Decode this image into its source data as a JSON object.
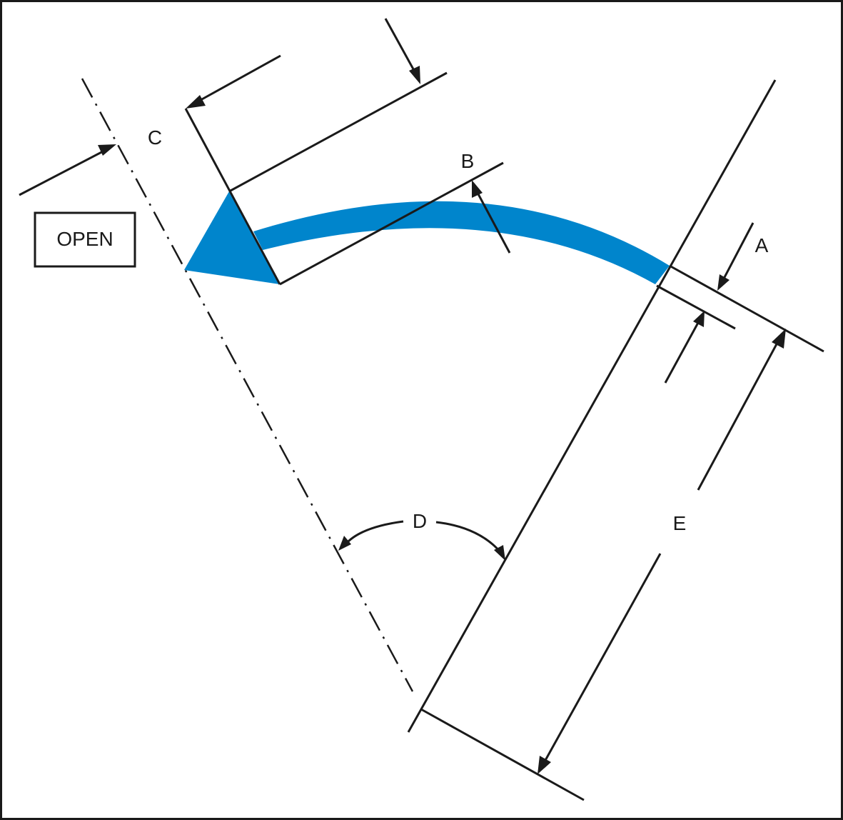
{
  "diagram": {
    "labels": {
      "a": "A",
      "b": "B",
      "c": "C",
      "d": "D",
      "e": "E"
    },
    "status_box": "OPEN",
    "colors": {
      "line": "#1a1a1a",
      "accent": "#0085cc",
      "background": "#ffffff"
    }
  }
}
